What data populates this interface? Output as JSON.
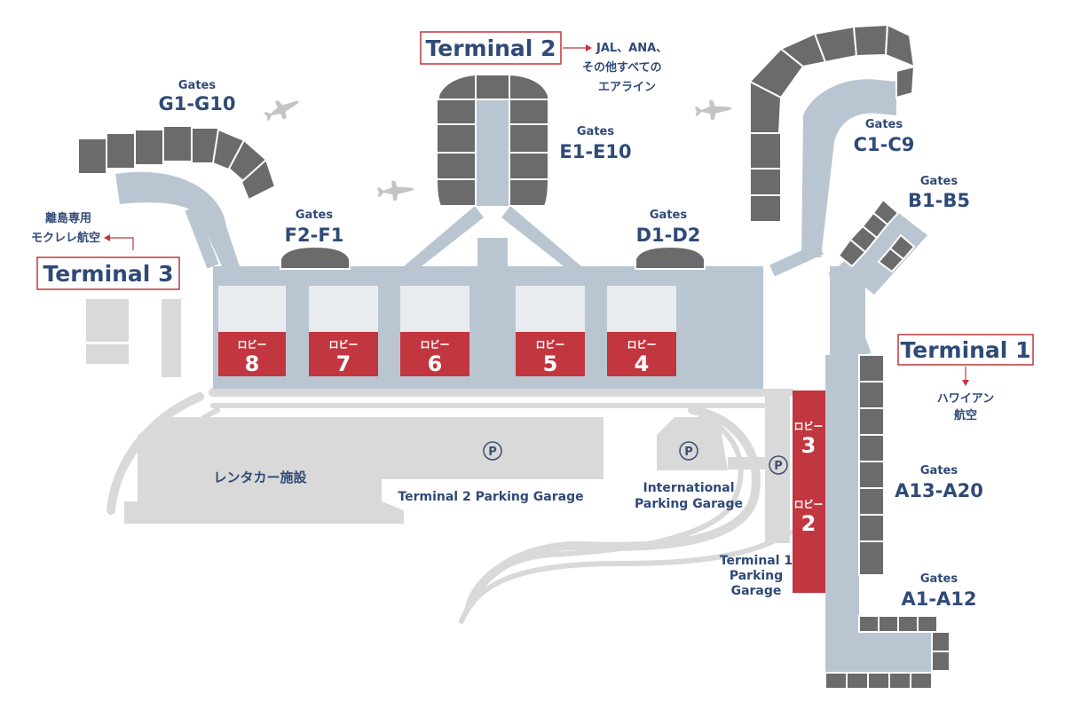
{
  "terminals": {
    "t1": {
      "label": "Terminal 1",
      "airlines": [
        "ハワイアン",
        "航空"
      ]
    },
    "t2": {
      "label": "Terminal 2",
      "airlines": [
        "JAL、ANA、",
        "その他すべての",
        "エアライン"
      ]
    },
    "t3": {
      "label": "Terminal 3",
      "airlines": [
        "離島専用",
        "モクレレ航空"
      ]
    }
  },
  "gates": {
    "caption": "Gates",
    "g": "G1-G10",
    "e": "E1-E10",
    "c": "C1-C9",
    "b": "B1-B5",
    "f": "F2-F1",
    "d": "D1-D2",
    "a13": "A13-A20",
    "a1": "A1-A12"
  },
  "lobbies": {
    "prefix": "ロビー",
    "numbers": [
      "8",
      "7",
      "6",
      "5",
      "4",
      "3",
      "2"
    ]
  },
  "facilities": {
    "rental_car": "レンタカー施設",
    "t2_parking": "Terminal 2 Parking Garage",
    "intl_parking": [
      "International",
      "Parking Garage"
    ],
    "t1_parking": [
      "Terminal 1",
      "Parking",
      "Garage"
    ],
    "parking_symbol": "P"
  },
  "colors": {
    "concourse": "#b9c6d2",
    "gate_block": "#6b6b6b",
    "road": "#d9d9d9",
    "lobby": "#c1363f",
    "label": "#2f4a77",
    "terminal_box_border": "#c1363f"
  }
}
